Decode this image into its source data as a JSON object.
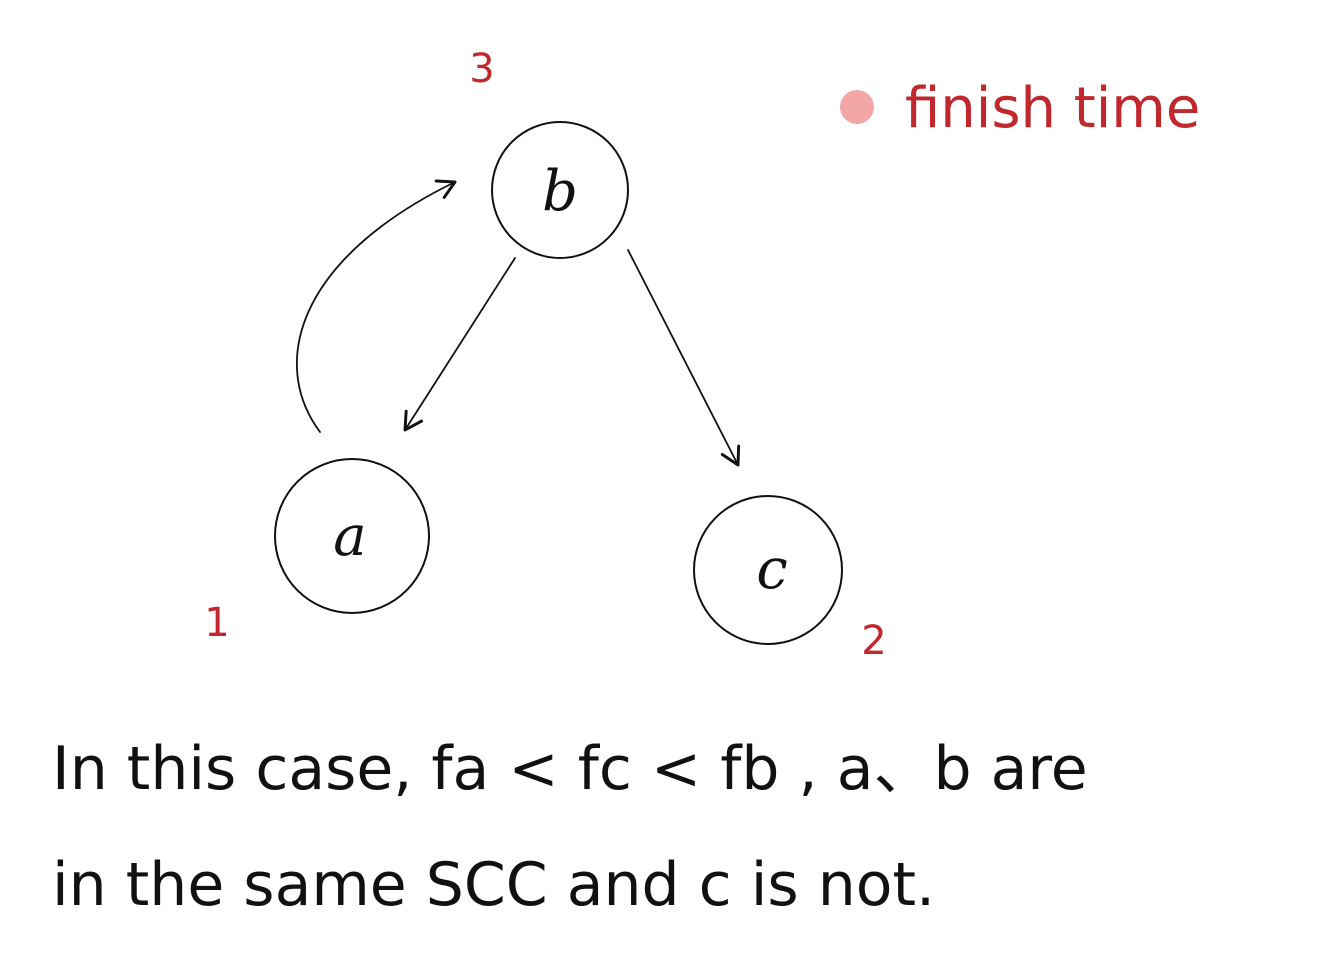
{
  "legend": {
    "marker_color": "#f2a6a6",
    "label": "finish time"
  },
  "nodes": [
    {
      "id": "b",
      "label": "b",
      "finish_time": "3"
    },
    {
      "id": "a",
      "label": "a",
      "finish_time": "1"
    },
    {
      "id": "c",
      "label": "c",
      "finish_time": "2"
    }
  ],
  "edges": [
    {
      "from": "b",
      "to": "a"
    },
    {
      "from": "b",
      "to": "c"
    },
    {
      "from": "a",
      "to": "b"
    }
  ],
  "caption": {
    "line1": "In this case, fa < fc < fb ,  a、b are",
    "line2": "in the same SCC and c is not."
  },
  "colors": {
    "ink": "#111111",
    "finish_time": "#c0282d"
  }
}
